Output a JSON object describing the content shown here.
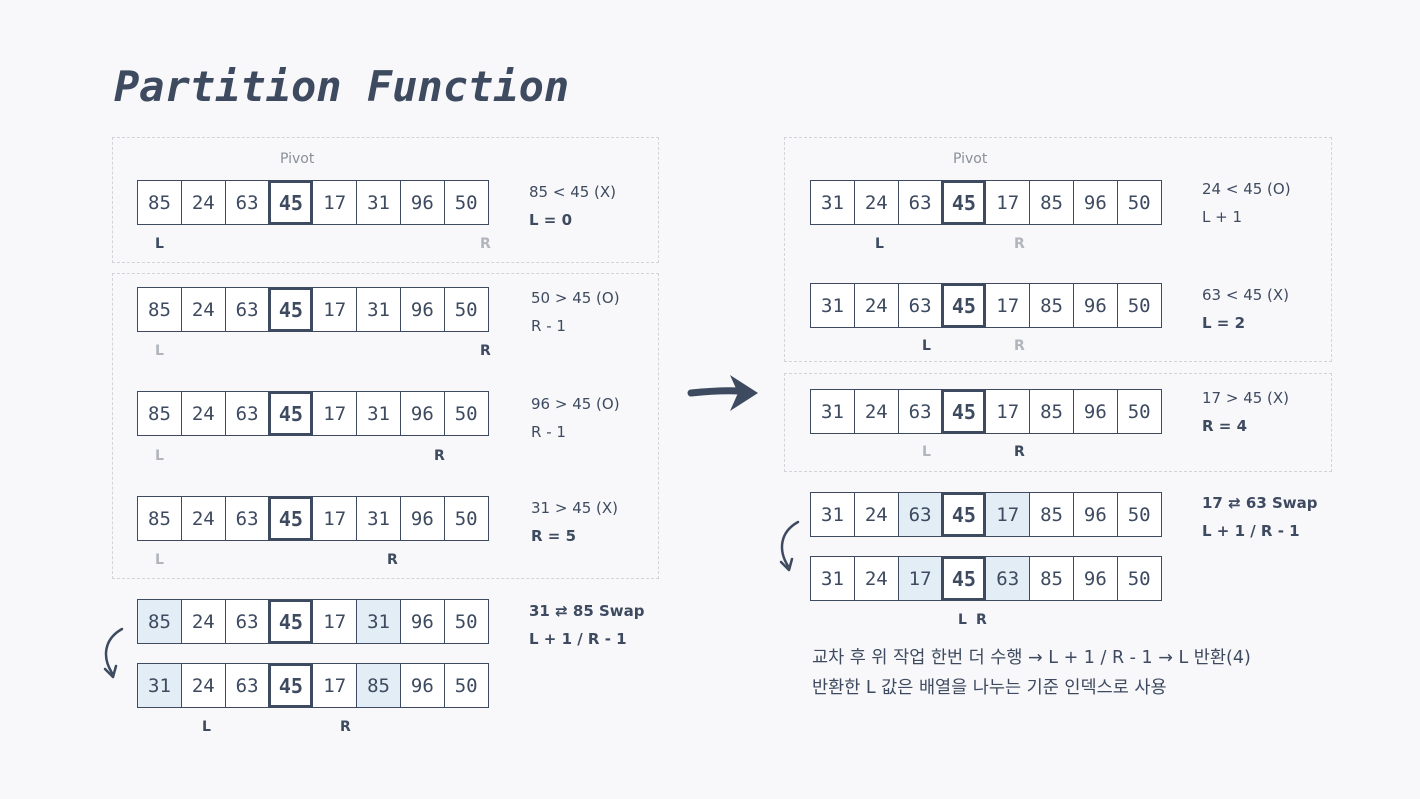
{
  "title": "Partition Function",
  "pivot_label": "Pivot",
  "footer": {
    "line1": "교차 후 위 작업 한번 더 수행 → L + 1 / R - 1 → L 반환(4)",
    "line2": "반환한 L 값은 배열을 나누는 기준 인덱스로 사용"
  },
  "steps": [
    {
      "cells": [
        "85",
        "24",
        "63",
        "45",
        "17",
        "31",
        "96",
        "50"
      ],
      "note1": "85 < 45 (X)",
      "note2": "L = 0",
      "marker_l": "L",
      "marker_r": "R"
    },
    {
      "cells": [
        "85",
        "24",
        "63",
        "45",
        "17",
        "31",
        "96",
        "50"
      ],
      "note1": "50 > 45 (O)",
      "note2": "R - 1",
      "marker_l": "L",
      "marker_r": "R"
    },
    {
      "cells": [
        "85",
        "24",
        "63",
        "45",
        "17",
        "31",
        "96",
        "50"
      ],
      "note1": "96 > 45 (O)",
      "note2": "R - 1",
      "marker_l": "L",
      "marker_r": "R"
    },
    {
      "cells": [
        "85",
        "24",
        "63",
        "45",
        "17",
        "31",
        "96",
        "50"
      ],
      "note1": "31 > 45 (X)",
      "note2": "R = 5",
      "marker_l": "L",
      "marker_r": "R"
    },
    {
      "cells": [
        "85",
        "24",
        "63",
        "45",
        "17",
        "31",
        "96",
        "50"
      ],
      "note1": "31 ⇄ 85 Swap",
      "note2": "L + 1 / R - 1"
    },
    {
      "cells": [
        "31",
        "24",
        "63",
        "45",
        "17",
        "85",
        "96",
        "50"
      ],
      "marker_l": "L",
      "marker_r": "R"
    },
    {
      "cells": [
        "31",
        "24",
        "63",
        "45",
        "17",
        "85",
        "96",
        "50"
      ],
      "note1": "24 < 45 (O)",
      "note2": "L + 1",
      "marker_l": "L",
      "marker_r": "R"
    },
    {
      "cells": [
        "31",
        "24",
        "63",
        "45",
        "17",
        "85",
        "96",
        "50"
      ],
      "note1": "63 < 45 (X)",
      "note2": "L = 2",
      "marker_l": "L",
      "marker_r": "R"
    },
    {
      "cells": [
        "31",
        "24",
        "63",
        "45",
        "17",
        "85",
        "96",
        "50"
      ],
      "note1": "17 > 45 (X)",
      "note2": "R = 4",
      "marker_l": "L",
      "marker_r": "R"
    },
    {
      "cells": [
        "31",
        "24",
        "63",
        "45",
        "17",
        "85",
        "96",
        "50"
      ],
      "note1": "17 ⇄ 63 Swap",
      "note2": "L + 1 / R - 1"
    },
    {
      "cells": [
        "31",
        "24",
        "17",
        "45",
        "63",
        "85",
        "96",
        "50"
      ],
      "marker_l": "L",
      "marker_r": "R"
    }
  ]
}
